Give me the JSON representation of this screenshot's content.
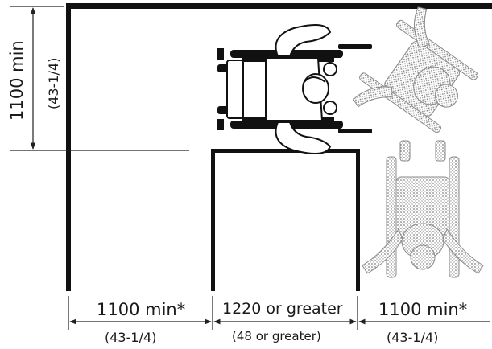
{
  "labels": {
    "left_vertical_main": "1100 min",
    "left_vertical_sub": "(43-1/4)",
    "bottom_left_main": "1100 min*",
    "bottom_left_sub": "(43-1/4)",
    "bottom_mid_main": "1220 or greater",
    "bottom_mid_sub": "(48 or greater)",
    "bottom_right_main": "1100 min*",
    "bottom_right_sub": "(43-1/4)"
  },
  "figures": {
    "solid_wheelchair": "wheelchair-user-top-view-solid",
    "dotted_wheelchair": "wheelchair-user-top-view-ghost-turning"
  },
  "colors": {
    "wall": "#111111",
    "dimension": "#222222",
    "ghost": "#8a8a8a"
  }
}
